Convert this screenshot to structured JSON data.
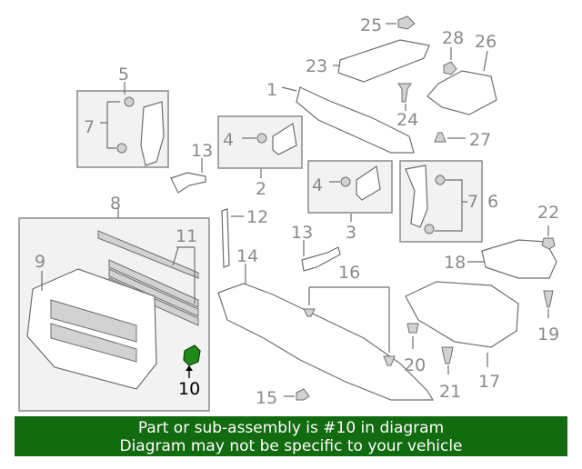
{
  "diagram": {
    "callouts": [
      "1",
      "2",
      "3",
      "4",
      "4",
      "5",
      "6",
      "7",
      "7",
      "8",
      "9",
      "10",
      "11",
      "12",
      "13",
      "13",
      "14",
      "15",
      "16",
      "17",
      "18",
      "19",
      "20",
      "21",
      "22",
      "23",
      "24",
      "25",
      "26",
      "27",
      "28"
    ],
    "highlight_part": "10",
    "highlight_color": "#1f8a1a"
  },
  "banner": {
    "line1": "Part or sub-assembly is #10 in diagram",
    "line2": "Diagram may not be specific to your vehicle",
    "background": "#126b0f"
  }
}
